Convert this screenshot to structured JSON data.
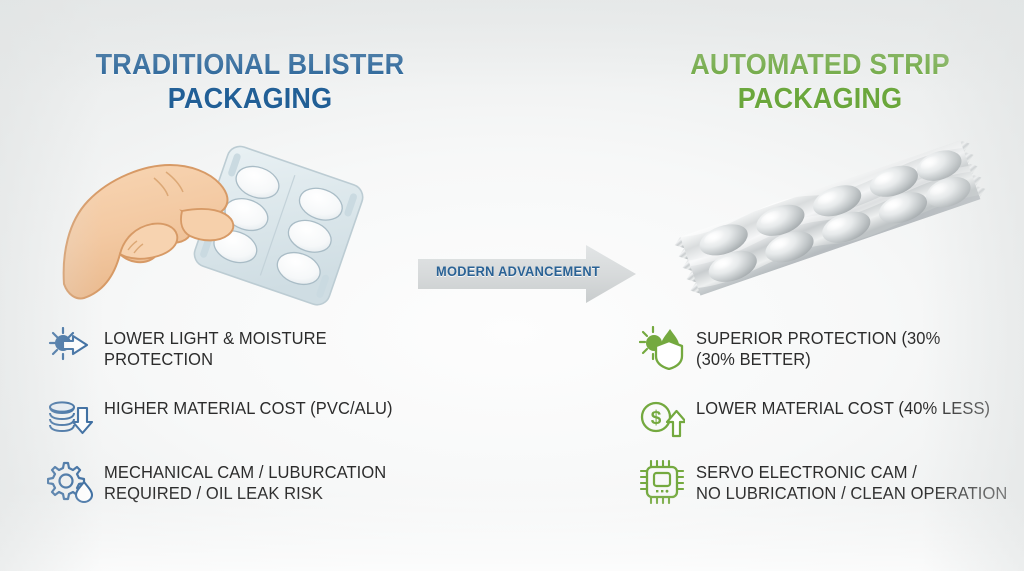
{
  "theme": {
    "background": "#eceeee",
    "blue": "#215f96",
    "green": "#6ba73c",
    "body_text": "#2c2c2c",
    "arrow_fill": "#d4d7d8"
  },
  "left_column": {
    "title_line1": "TRADITIONAL BLISTER",
    "title_line2": "PACKAGING",
    "illustration_name": "hand-holding-blister-pack",
    "features": [
      {
        "icon": "sun-moisture-arrow-icon",
        "text": "LOWER LIGHT & MOISTURE\nPROTECTION"
      },
      {
        "icon": "coin-stack-down-arrow-icon",
        "text": "HIGHER MATERIAL COST (PVC/ALU)"
      },
      {
        "icon": "gear-oil-droplet-icon",
        "text": "MECHANICAL CAM / LUBURCATION\nREQUIRED / OIL LEAK RISK"
      }
    ]
  },
  "center": {
    "arrow_label": "MODERN ADVANCEMENT",
    "arrow_name": "modern-advancement-arrow"
  },
  "right_column": {
    "title_line1": "AUTOMATED STRIP",
    "title_line2": "PACKAGING",
    "illustration_name": "aluminium-strip-pack",
    "features": [
      {
        "icon": "sun-droplet-shield-icon",
        "text": "SUPERIOR PROTECTION (30%\n(30% BETTER)"
      },
      {
        "icon": "dollar-up-arrow-icon",
        "text": "LOWER MATERIAL COST (40% LESS)"
      },
      {
        "icon": "microchip-icon",
        "text": "SERVO ELECTRONIC CAM /\nNO LUBRICATION / CLEAN OPERATION"
      }
    ]
  }
}
